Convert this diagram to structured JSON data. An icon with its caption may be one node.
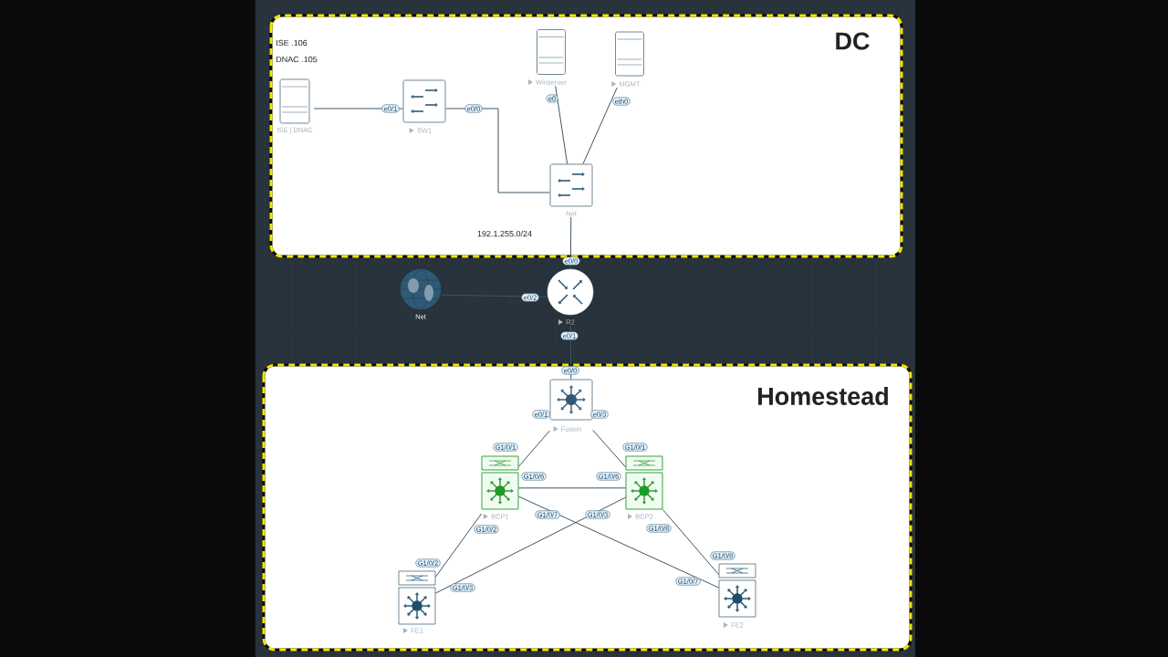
{
  "diagram": {
    "nodes": [
      {
        "text": [
          "DC"
        ]
      },
      {
        "text": [
          "ISE | DNAC"
        ],
        "in": 0
      },
      {
        "text": [
          "SW1"
        ],
        "in": 0
      },
      {
        "text": [
          "Winserver"
        ],
        "in": 0
      },
      {
        "text": [
          "MGMT"
        ],
        "in": 0
      },
      {
        "text": [
          "Net"
        ],
        "in": 0
      },
      {
        "text": [
          "Net"
        ]
      },
      {
        "text": [
          "R2"
        ]
      },
      {
        "text": [
          "Homestead"
        ]
      },
      {
        "text": [
          "Fusion"
        ],
        "in": 8
      },
      {
        "text": [
          "BCP1"
        ],
        "in": 8
      },
      {
        "text": [
          "BCP2"
        ],
        "in": 8
      },
      {
        "text": [
          "FE1"
        ],
        "in": 8
      },
      {
        "text": [
          "FE2"
        ],
        "in": 8
      }
    ],
    "edges": [
      {
        "from": 1,
        "to": 2,
        "arrow": "none"
      },
      {
        "from": 2,
        "to": 5,
        "arrow": "none"
      },
      {
        "from": 3,
        "to": 5,
        "arrow": "none"
      },
      {
        "from": 4,
        "to": 5,
        "arrow": "none"
      },
      {
        "from": 5,
        "to": 7,
        "arrow": "none"
      },
      {
        "from": 6,
        "to": 7,
        "arrow": "none"
      },
      {
        "from": 7,
        "to": 9,
        "arrow": "none"
      },
      {
        "from": 9,
        "to": 10,
        "arrow": "none"
      },
      {
        "from": 9,
        "to": 11,
        "arrow": "none"
      },
      {
        "from": 10,
        "to": 11,
        "arrow": "none"
      },
      {
        "from": 10,
        "to": 12,
        "arrow": "none"
      },
      {
        "from": 10,
        "to": 13,
        "arrow": "none"
      },
      {
        "from": 11,
        "to": 12,
        "arrow": "none"
      },
      {
        "from": 11,
        "to": 13,
        "arrow": "none"
      }
    ],
    "labels": [
      "ISE .106",
      "DNAC .105",
      "e0/1",
      "e0/0",
      "e0",
      "eth0",
      "192.1.255.0/24",
      "e0/0",
      "e0/2",
      "e0/1",
      "e0/0",
      "e0/1",
      "e0/3",
      "G1/0/1",
      "G1/0/1",
      "G1/0/6",
      "G1/0/6",
      "G1/0/7",
      "G1/0/3",
      "G1/0/2",
      "G1/0/8",
      "G1/0/2",
      "G1/0/8",
      "G1/0/3",
      "G1/0/7"
    ]
  }
}
